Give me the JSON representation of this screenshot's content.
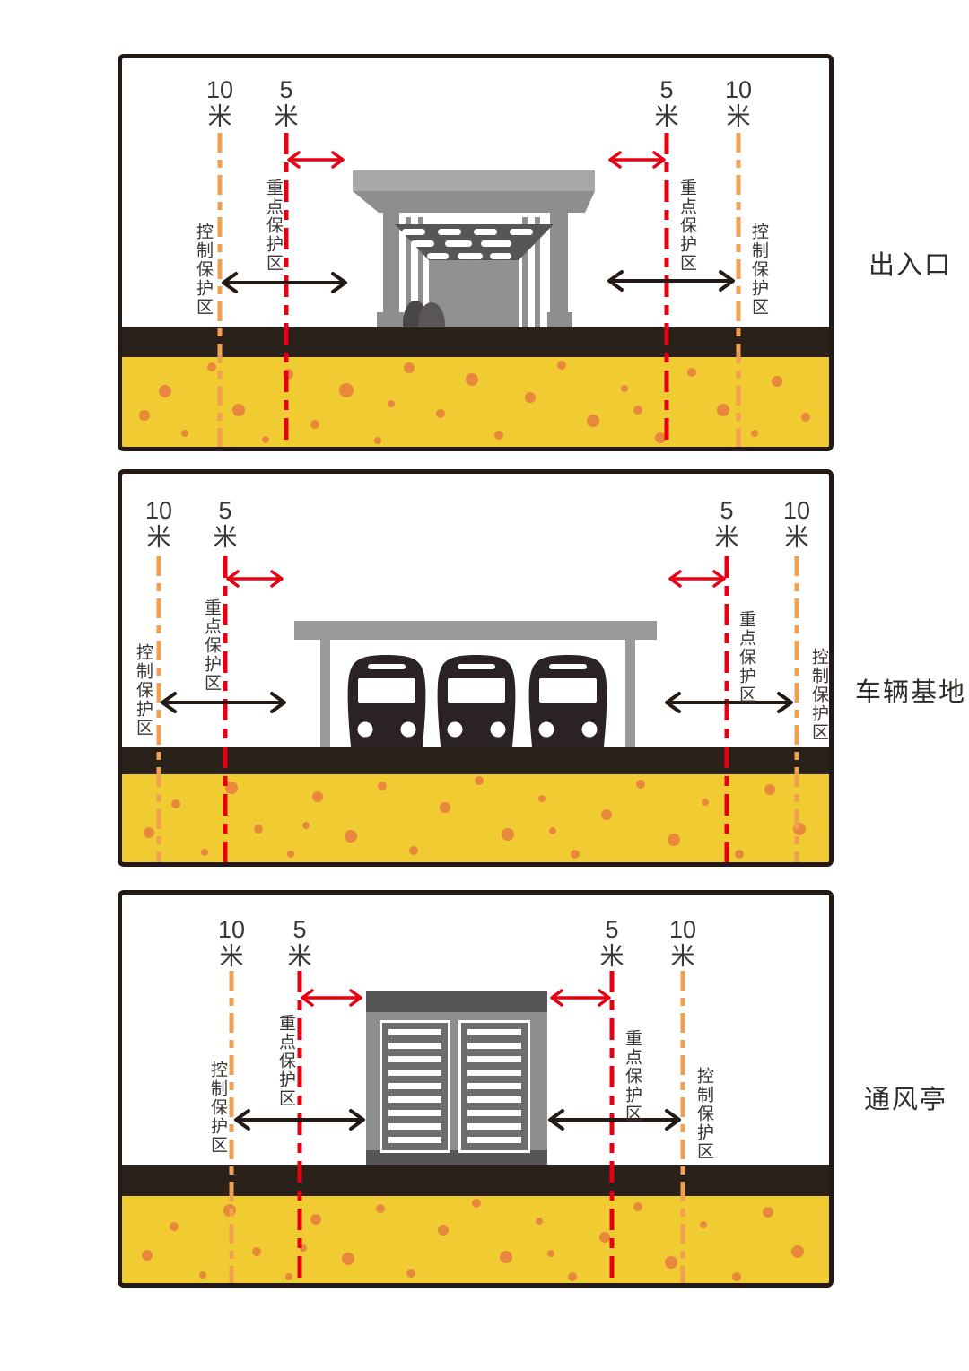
{
  "labels": {
    "dist_10": "10",
    "dist_5": "5",
    "meter": "米",
    "key_zone": "重点保护区",
    "control_zone": "控制保护区"
  },
  "panels": [
    {
      "caption": "出入口"
    },
    {
      "caption": "车辆基地"
    },
    {
      "caption": "通风亭"
    }
  ],
  "colors": {
    "key_zone_line": "#e60012",
    "control_zone_line": "#f0a050",
    "soil": "#f0cb32",
    "soil_dots": "#e8883c",
    "surface_layer": "#2b211b",
    "panel_border": "#241a15"
  }
}
